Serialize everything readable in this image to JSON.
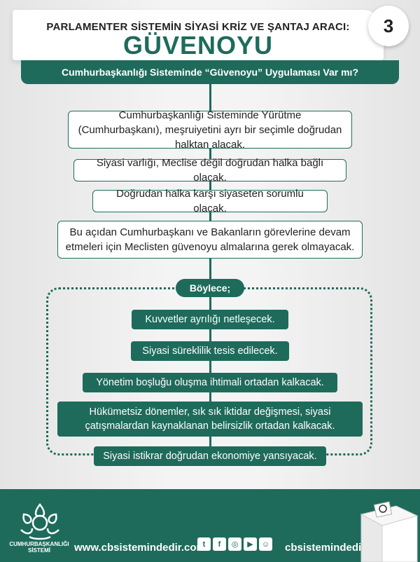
{
  "header": {
    "kicker": "PARLAMENTER SİSTEMİN SİYASİ KRİZ VE ŞANTAJ ARACI:",
    "title": "GÜVENOYU",
    "number": "3"
  },
  "question": "Cumhurbaşkanlığı Sisteminde “Güvenoyu” Uygulaması Var mı?",
  "statements": [
    "Cumhurbaşkanlığı Sisteminde Yürütme (Cumhurbaşkanı), meşruiyetini ayrı bir seçimle doğrudan halktan alacak.",
    "Siyasi varlığı, Meclise değil doğrudan halka bağlı olacak.",
    "Doğrudan halka karşı siyaseten sorumlu olacak.",
    "Bu açıdan Cumhurbaşkanı ve Bakanların görevlerine devam etmeleri için Meclisten güvenoyu almalarına gerek olmayacak."
  ],
  "conclusion_label": "Böylece;",
  "conclusions": [
    "Kuvvetler ayrılığı netleşecek.",
    "Siyasi süreklilik tesis edilecek.",
    "Yönetim boşluğu oluşma ihtimali ortadan kalkacak.",
    "Hükümetsiz dönemler, sık sık iktidar değişmesi, siyasi çatışmalardan kaynaklanan belirsizlik ortadan kalkacak.",
    "Siyasi istikrar doğrudan ekonomiye yansıyacak."
  ],
  "footer": {
    "logo_text_1": "CUMHURBAŞKANLIĞI",
    "logo_text_2": "SİSTEMİ",
    "website": "www.cbsistemindedir.com",
    "social": [
      "twitter-icon",
      "facebook-icon",
      "instagram-icon",
      "youtube-icon",
      "snapchat-icon"
    ],
    "handle": "cbsistemindedir"
  },
  "colors": {
    "accent": "#1e6b5c"
  }
}
